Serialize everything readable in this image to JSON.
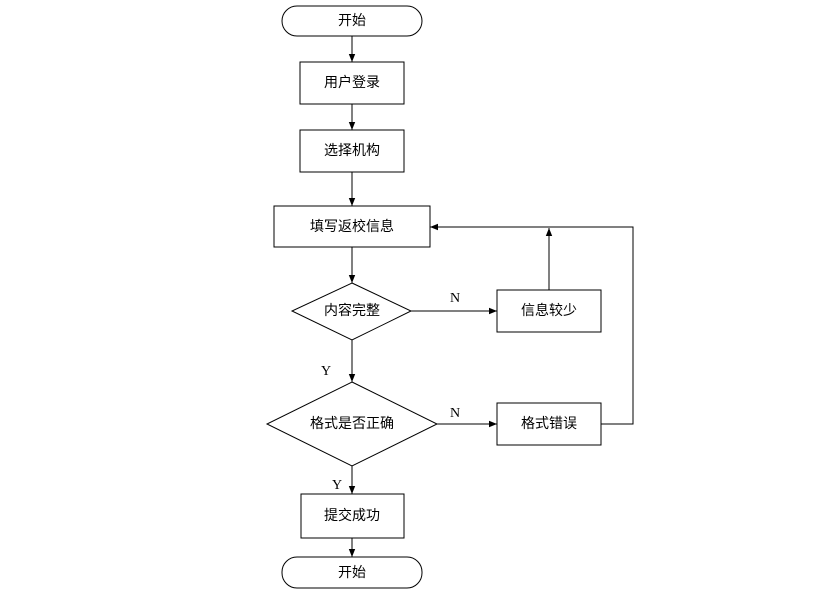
{
  "nodes": {
    "start": "开始",
    "login": "用户登录",
    "select_org": "选择机构",
    "fill_info": "填写返校信息",
    "content_complete": "内容完整",
    "info_insufficient": "信息较少",
    "format_correct": "格式是否正确",
    "format_error": "格式错误",
    "submit_success": "提交成功",
    "end": "开始"
  },
  "edge_labels": {
    "content_no": "N",
    "content_yes": "Y",
    "format_no": "N",
    "format_yes": "Y"
  }
}
